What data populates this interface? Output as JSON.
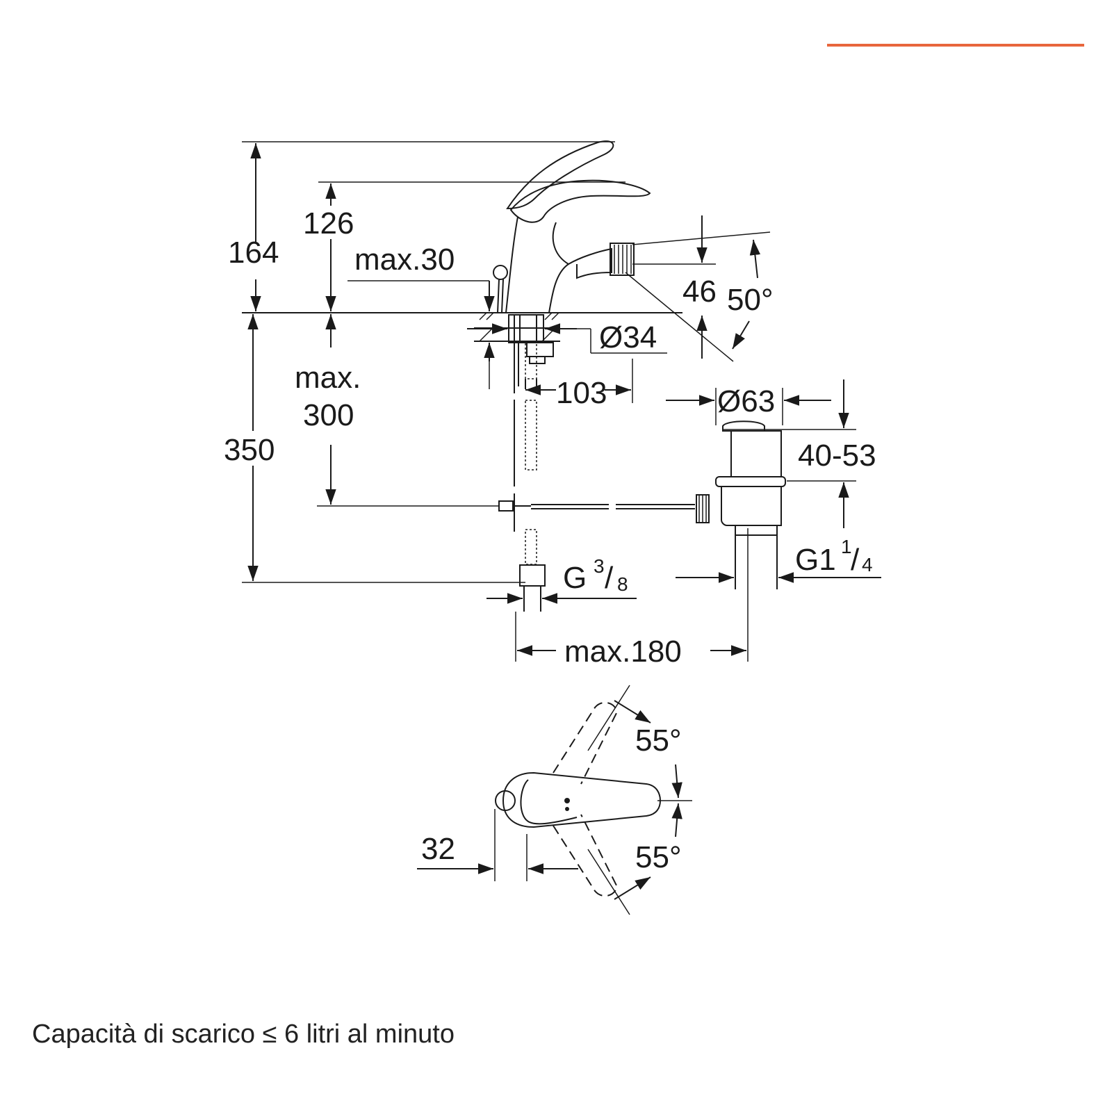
{
  "accent_color": "#e8663d",
  "labels": {
    "h164": "164",
    "h126": "126",
    "max30": "max.30",
    "h46": "46",
    "a50": "50°",
    "d34": "Ø34",
    "max": "max.",
    "v300": "300",
    "h350": "350",
    "d103": "103",
    "d63": "Ø63",
    "r4053": "40-53",
    "g38_main": "G",
    "g38_num": "3",
    "g38_den": "8",
    "g114_main": "G1",
    "g114_num": "1",
    "g114_den": "4",
    "max180": "max.180",
    "a55_top": "55°",
    "a55_bottom": "55°",
    "w32": "32"
  },
  "caption": "Capacità di scarico ≤ 6 litri al minuto"
}
